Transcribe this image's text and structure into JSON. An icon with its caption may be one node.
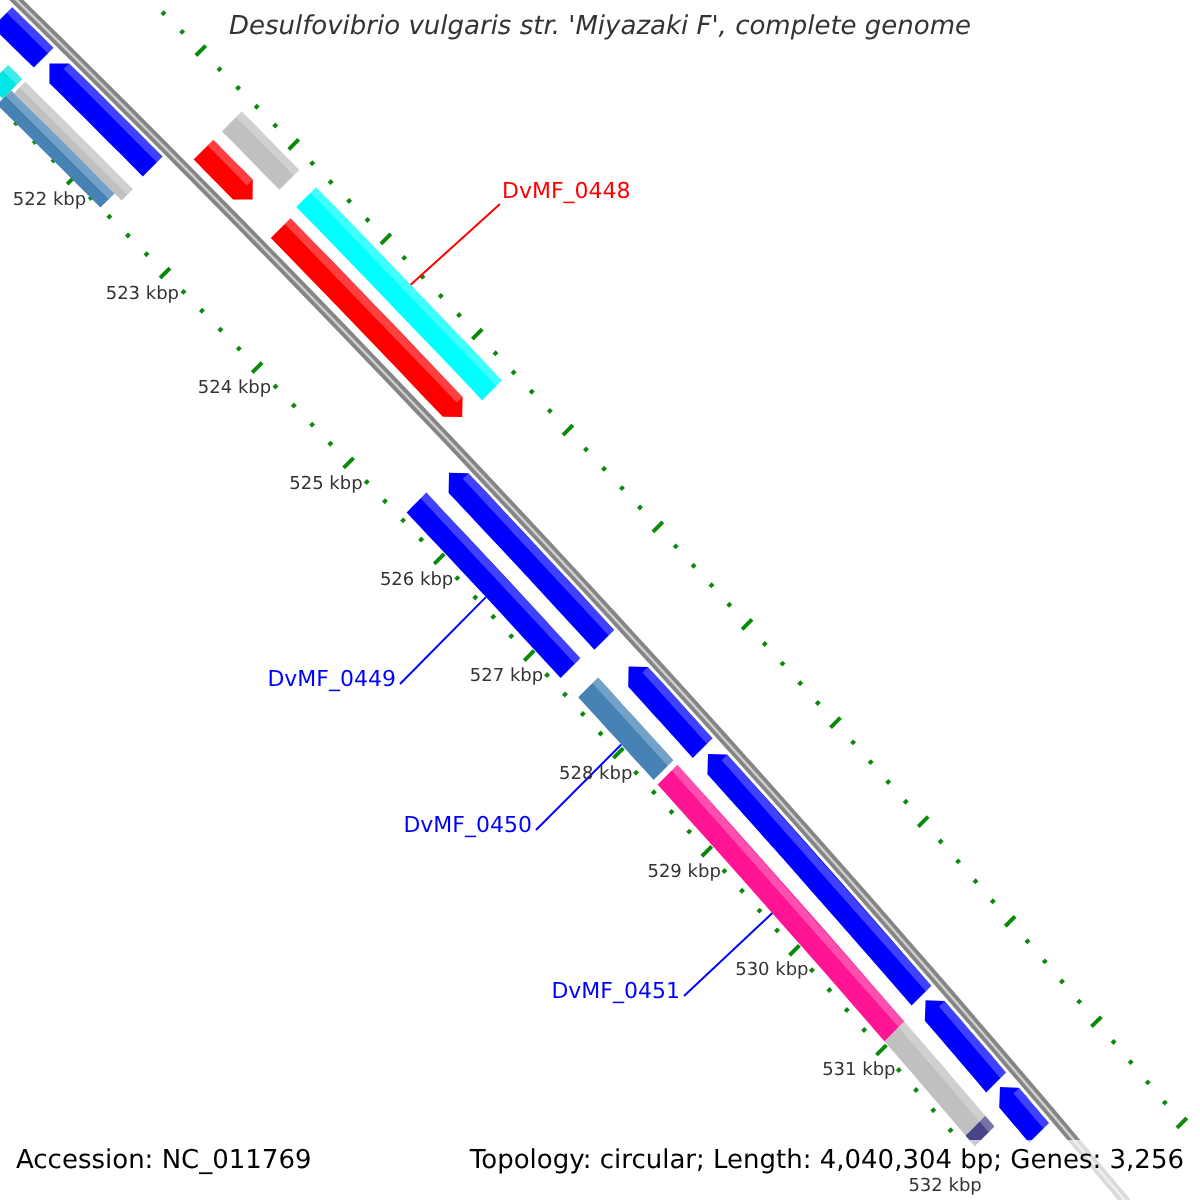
{
  "diagram": {
    "title": "Desulfovibrio vulgaris str. 'Miyazaki F', complete genome",
    "nodes": [
      {
        "text": [],
        "shape": "bar"
      },
      {
        "text": [],
        "shape": "bar"
      },
      {
        "text": [],
        "shape": "bar"
      },
      {
        "text": [],
        "shape": "bar"
      },
      {
        "text": [],
        "shape": "bar"
      },
      {
        "text": [],
        "shape": "bar"
      },
      {
        "text": [],
        "shape": "bar"
      },
      {
        "text": [
          "DvMF_0448"
        ]
      },
      {
        "text": [],
        "shape": "bar"
      },
      {
        "text": [],
        "shape": "bar"
      },
      {
        "text": [
          "DvMF_0449"
        ]
      },
      {
        "text": [],
        "shape": "bar"
      },
      {
        "text": [],
        "shape": "bar"
      },
      {
        "text": [
          "DvMF_0450"
        ]
      },
      {
        "text": [],
        "shape": "bar"
      },
      {
        "text": [],
        "shape": "bar"
      },
      {
        "text": [
          "DvMF_0451"
        ]
      },
      {
        "text": [],
        "shape": "bar"
      },
      {
        "text": [],
        "shape": "bar"
      },
      {
        "text": [],
        "shape": "bar"
      },
      {
        "text": [],
        "shape": "bar"
      },
      {
        "text": [],
        "shape": "bar"
      },
      {
        "text": [],
        "shape": "bar"
      }
    ],
    "edges": [
      {
        "from": 7,
        "to": 8,
        "arrow": "none",
        "color": "#ff0000"
      },
      {
        "from": 10,
        "to": 11,
        "arrow": "none"
      },
      {
        "from": 13,
        "to": 14,
        "arrow": "none"
      },
      {
        "from": 16,
        "to": 17,
        "arrow": "none"
      }
    ],
    "labels": [
      "522 kbp",
      "523 kbp",
      "524 kbp",
      "525 kbp",
      "526 kbp",
      "527 kbp",
      "528 kbp",
      "529 kbp",
      "530 kbp",
      "531 kbp",
      "532 kbp",
      "Accession: NC_011769",
      "Topology: circular; Length: 4,040,304 bp; Genes: 3,256"
    ]
  }
}
